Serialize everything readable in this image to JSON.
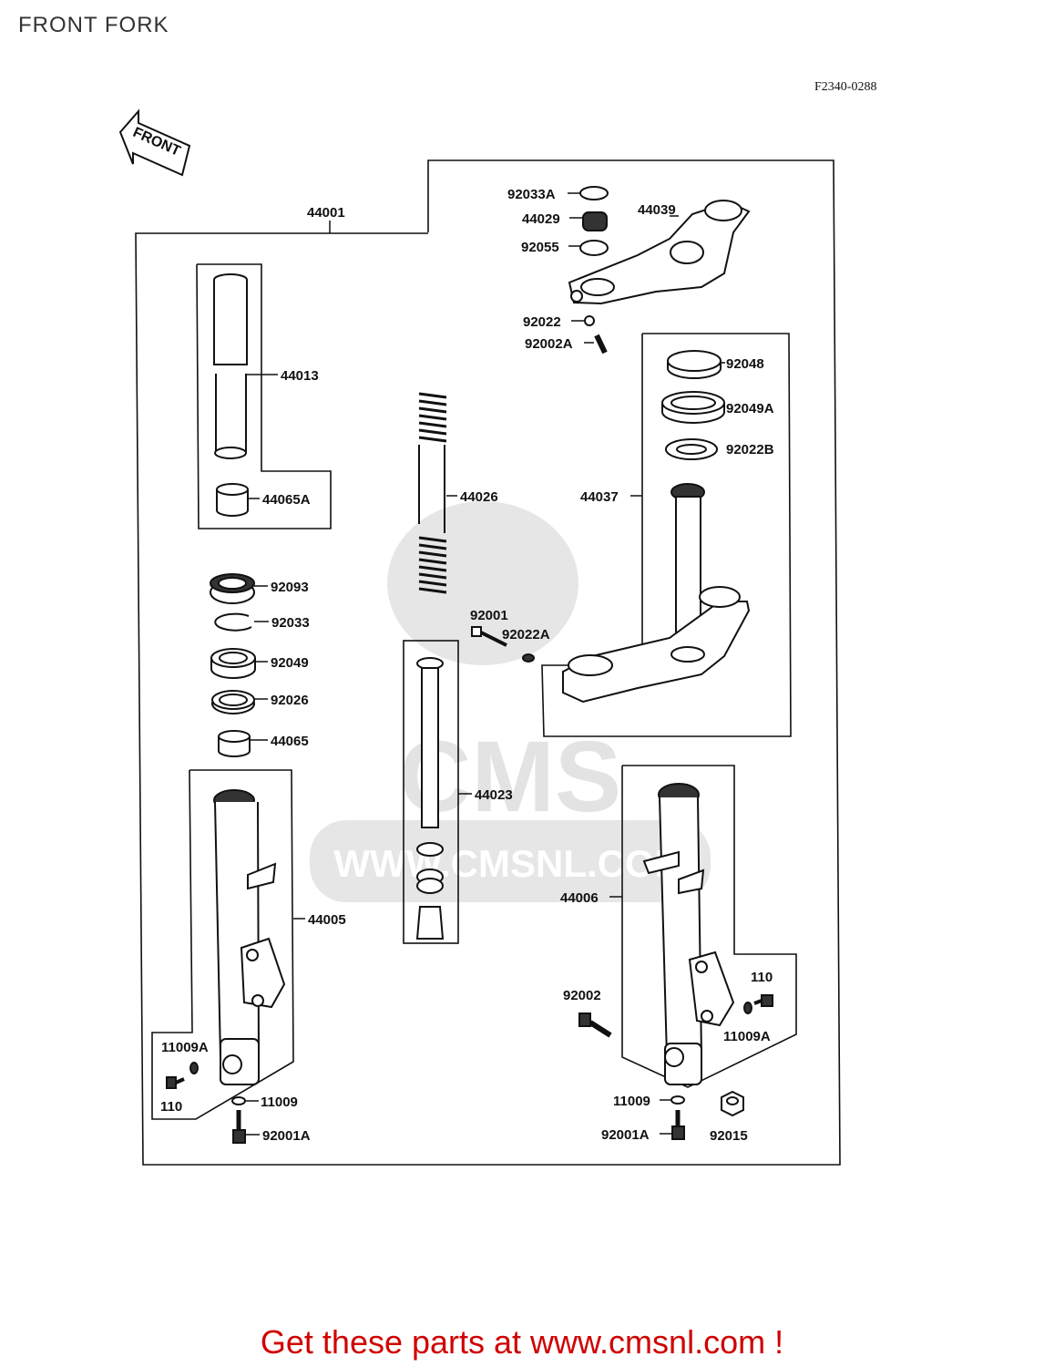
{
  "header": {
    "title": "FRONT FORK",
    "diagram_code": "F2340-0288"
  },
  "orientation": {
    "arrow_label": "FRONT"
  },
  "watermark": {
    "text": "WWW.CMSNL.COM",
    "logo_text": "CMS"
  },
  "parts": {
    "p44001": "44001",
    "p92033A": "92033A",
    "p44029": "44029",
    "p44039": "44039",
    "p92055": "92055",
    "p92022": "92022",
    "p92002A": "92002A",
    "p92048": "92048",
    "p92049A": "92049A",
    "p92022B": "92022B",
    "p44037": "44037",
    "p44013": "44013",
    "p44065A": "44065A",
    "p44026": "44026",
    "p92093": "92093",
    "p92033": "92033",
    "p92049": "92049",
    "p92026": "92026",
    "p44065": "44065",
    "p92001": "92001",
    "p92022A": "92022A",
    "p44023": "44023",
    "p44005": "44005",
    "p44006": "44006",
    "p11009A_left": "11009A",
    "p110_left": "110",
    "p11009_left": "11009",
    "p92001A_left": "92001A",
    "p92002": "92002",
    "p110_right": "110",
    "p11009A_right": "11009A",
    "p11009_right": "11009",
    "p92001A_right": "92001A",
    "p92015": "92015"
  },
  "footer": {
    "cta": "Get these parts at www.cmsnl.com !"
  }
}
